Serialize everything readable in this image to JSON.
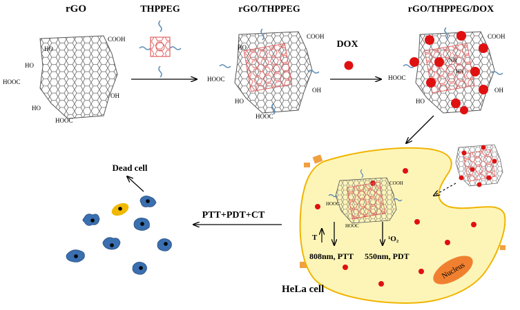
{
  "titles": {
    "rgo": "rGO",
    "thppeg": "THPPEG",
    "rgo_thppeg": "rGO/THPPEG",
    "rgo_thppeg_dox": "rGO/THPPEG/DOX",
    "dox": "DOX"
  },
  "groups": {
    "cooh": "COOH",
    "ho": "HO",
    "oh": "OH",
    "hooc": "HOOC",
    "hn": "HN",
    "nh": "NH"
  },
  "cell": {
    "hela": "HeLa cell",
    "nucleus": "Nucleus",
    "ptt_label": "808nm, PTT",
    "pdt_label": "550nm, PDT",
    "temp": "T",
    "oxygen": "¹O₂"
  },
  "result": {
    "treatment": "PTT+PDT+CT",
    "dead_cell": "Dead cell"
  },
  "colors": {
    "graphene": "#555555",
    "porphyrin": "#e06060",
    "peg": "#5b8bb5",
    "dox": "#e01010",
    "cell_fill": "#fdf5b8",
    "cell_edge": "#f0b400",
    "nucleus": "#f08030",
    "cells_blue": "#3a6fb0",
    "dead_yellow": "#f0b800"
  }
}
